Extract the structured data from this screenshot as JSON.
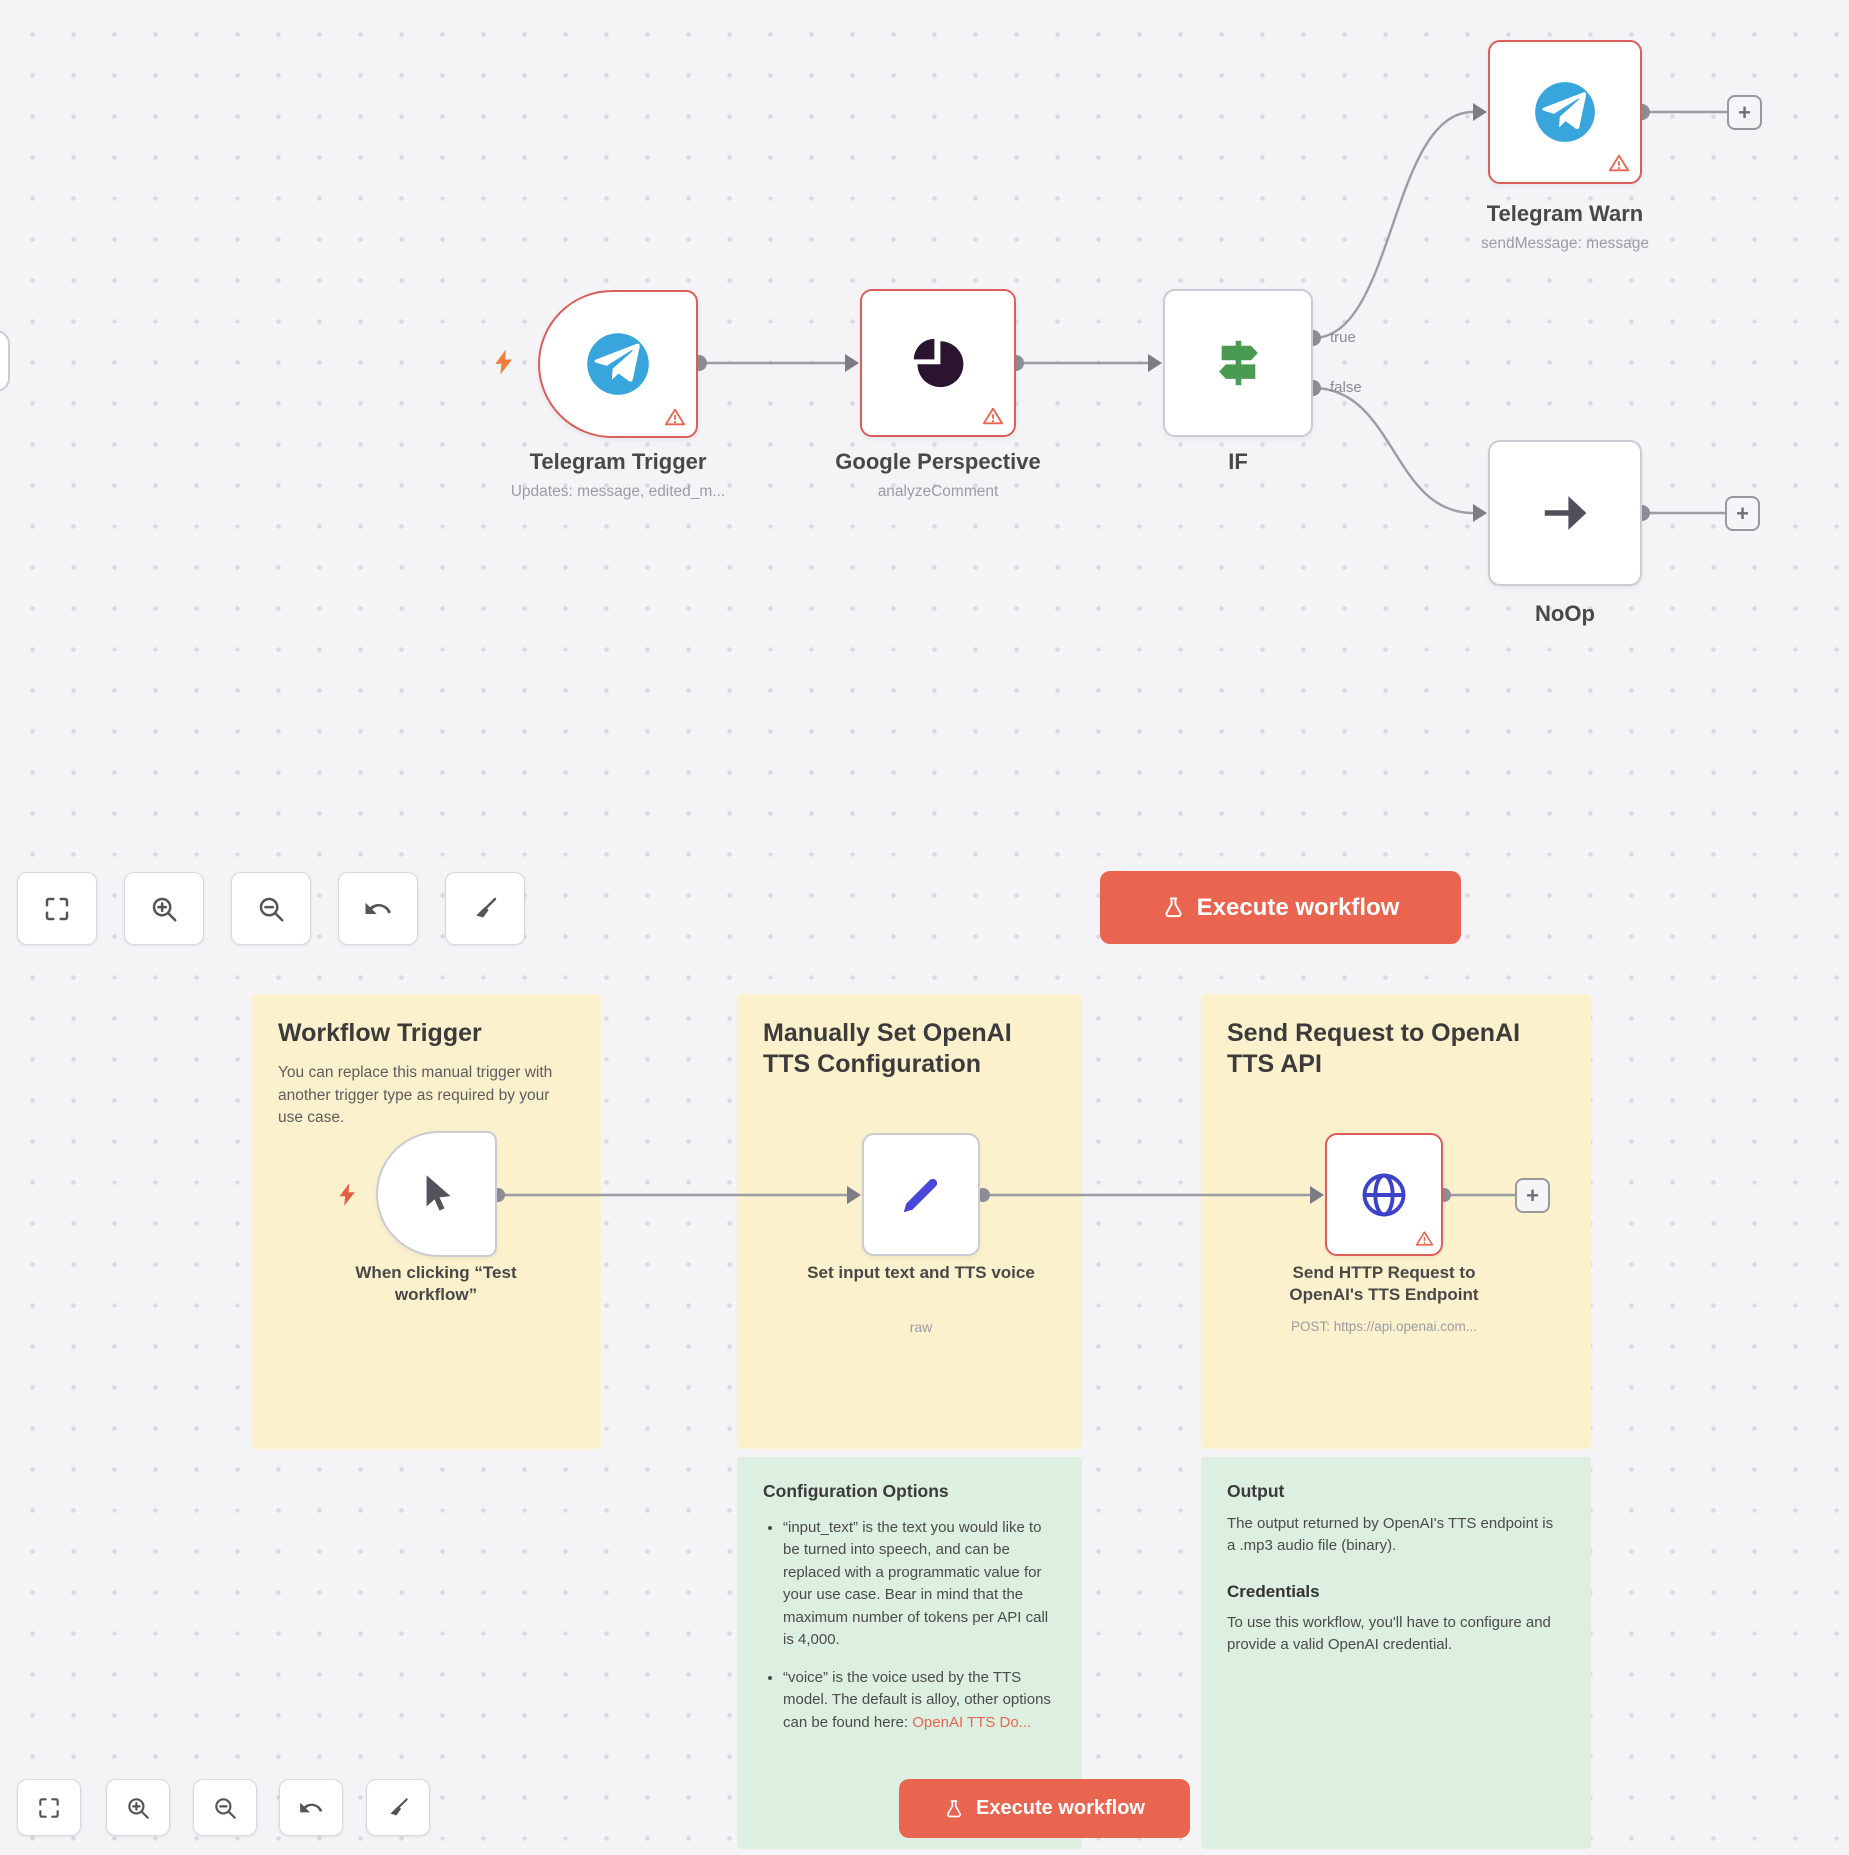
{
  "top_workflow": {
    "telegram_trigger": {
      "label": "Telegram Trigger",
      "sublabel": "Updates: message, edited_m..."
    },
    "google_perspective": {
      "label": "Google Perspective",
      "sublabel": "analyzeComment"
    },
    "if_node": {
      "label": "IF",
      "true_output": "true",
      "false_output": "false"
    },
    "telegram_warn": {
      "label": "Telegram Warn",
      "sublabel": "sendMessage: message"
    },
    "noop": {
      "label": "NoOp"
    }
  },
  "toolbar": {
    "execute_label": "Execute workflow",
    "plus_label": "+"
  },
  "notes": {
    "trigger": {
      "title": "Workflow Trigger",
      "body": "You can replace this manual trigger with another trigger type as required by your use case."
    },
    "config": {
      "title": "Manually Set OpenAI TTS Configuration"
    },
    "request": {
      "title": "Send Request to OpenAI TTS API"
    },
    "options": {
      "title": "Configuration Options",
      "bullet1": "“input_text” is the text you would like to be turned into speech, and can be replaced with a programmatic value for your use case. Bear in mind that the maximum number of tokens per API call is 4,000.",
      "bullet2": "“voice” is the voice used by the TTS model. The default is alloy, other options can be found here: ",
      "bullet2_link": "OpenAI TTS Do..."
    },
    "output": {
      "title": "Output",
      "body": "The output returned by OpenAI's TTS endpoint is a .mp3 audio file (binary).",
      "credentials_title": "Credentials",
      "credentials_body": "To use this workflow, you'll have to configure and provide a valid OpenAI credential."
    }
  },
  "bottom_workflow": {
    "manual_trigger": {
      "label": "When clicking “Test workflow”"
    },
    "set_input": {
      "label": "Set input text and TTS voice",
      "sublabel": "raw"
    },
    "http": {
      "label": "Send HTTP Request to OpenAI's TTS Endpoint",
      "sublabel": "POST: https://api.openai.com..."
    }
  }
}
